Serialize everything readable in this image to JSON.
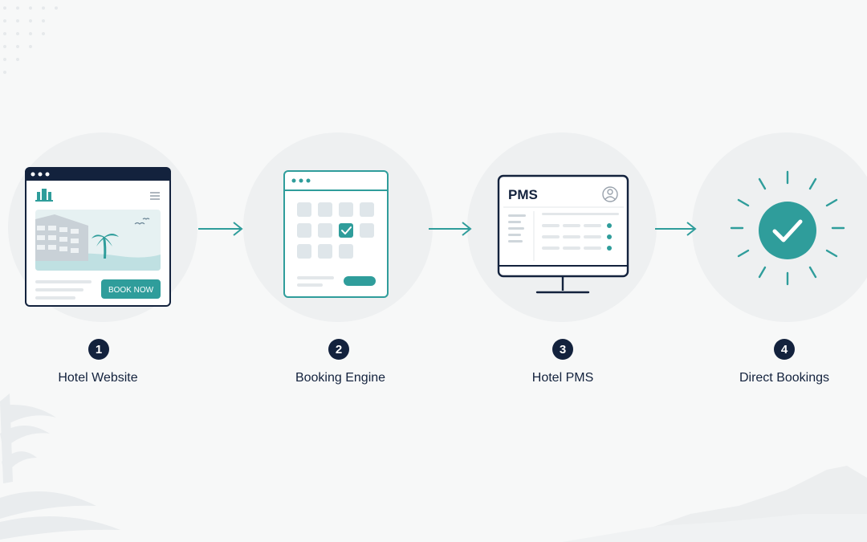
{
  "steps": [
    {
      "number": "1",
      "label": "Hotel Website",
      "icon": "browser-window-icon",
      "button_label": "BOOK NOW"
    },
    {
      "number": "2",
      "label": "Booking Engine",
      "icon": "calendar-icon"
    },
    {
      "number": "3",
      "label": "Hotel PMS",
      "icon": "monitor-icon",
      "screen_title": "PMS"
    },
    {
      "number": "4",
      "label": "Direct Bookings",
      "icon": "checkmark-burst-icon"
    }
  ],
  "colors": {
    "teal": "#2f9d9b",
    "navy": "#13223d",
    "background": "#f7f8f8",
    "circle": "#eef0f1"
  }
}
